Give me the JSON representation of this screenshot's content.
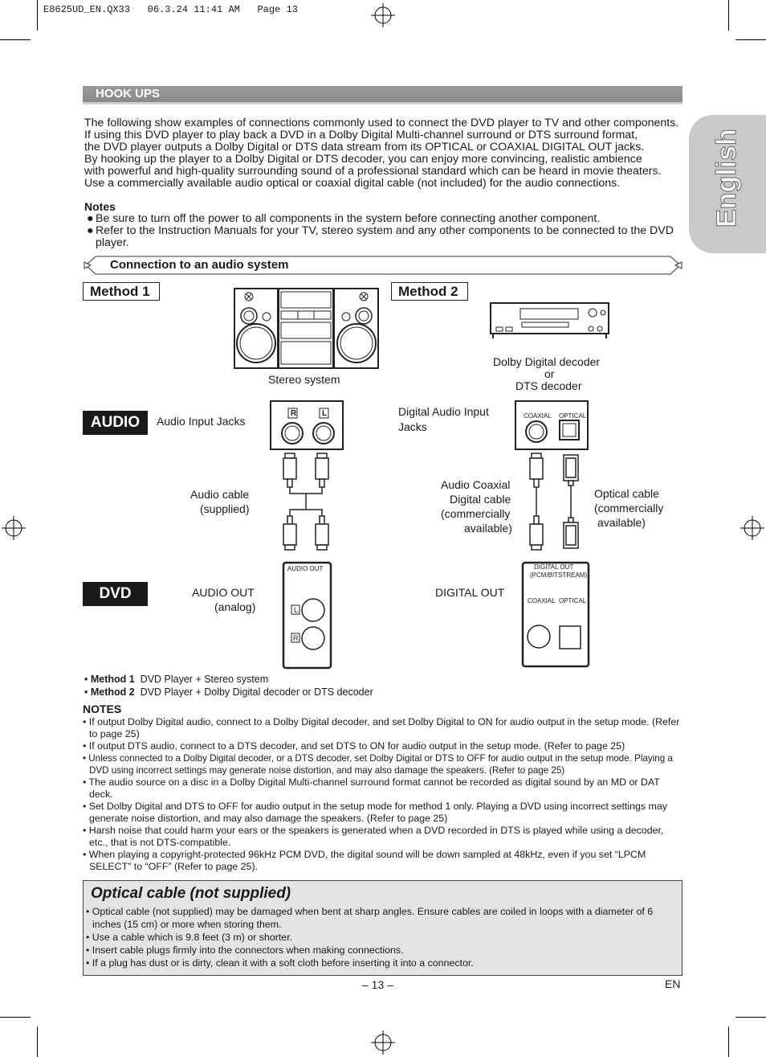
{
  "header": {
    "file_info": "E8625UD_EN.QX33   06.3.24 11:41 AM   Page 13"
  },
  "side_tab": {
    "label": "English"
  },
  "section": {
    "title": "HOOK UPS"
  },
  "intro": [
    "The following show examples of connections commonly used to connect the DVD player to TV and other components.",
    "If using this DVD player to play back a DVD in a Dolby Digital Multi-channel surround or DTS surround format,",
    "the DVD player outputs a Dolby Digital or DTS data stream from its OPTICAL or COAXIAL DIGITAL OUT jacks.",
    "By hooking up the player to a Dolby Digital or DTS decoder, you can enjoy more convincing, realistic ambience",
    "with powerful and high-quality surrounding sound of a professional standard which can be heard in movie theaters.",
    "Use a commercially available audio optical or coaxial digital cable (not included) for the audio connections."
  ],
  "notes_top": {
    "title": "Notes",
    "bullet": "●",
    "items": [
      "Be sure to turn off the power to all components in the system before connecting another component.",
      "Refer to the Instruction Manuals for your TV, stereo system and any other components to be connected to the DVD player."
    ]
  },
  "subsection": {
    "title": "Connection to an audio system"
  },
  "diagram": {
    "method1": "Method 1",
    "method2": "Method 2",
    "audio_label": "AUDIO",
    "dvd_label": "DVD",
    "stereo_system": "Stereo system",
    "decoder_line1": "Dolby Digital decoder",
    "decoder_line2": "or",
    "decoder_line3": "DTS decoder",
    "audio_input_jacks": "Audio Input Jacks",
    "digital_input_line1": "Digital Audio Input",
    "digital_input_line2": "Jacks",
    "audio_cable_line1": "Audio cable",
    "audio_cable_line2": "(supplied)",
    "coax_line1": "Audio Coaxial",
    "coax_line2": "Digital cable",
    "coax_line3": "(commercially",
    "coax_line4": "available)",
    "optical_line1": "Optical cable",
    "optical_line2": "(commercially",
    "optical_line3": "available)",
    "audio_out_line1": "AUDIO OUT",
    "audio_out_line2": "(analog)",
    "digital_out": "DIGITAL OUT",
    "jack_r": "R",
    "jack_l": "L",
    "panel_audio_out": "AUDIO OUT",
    "panel_digital_out": "DIGITAL OUT",
    "panel_pcm": "(PCM/BITSTREAM)",
    "panel_coaxial": "COAXIAL",
    "panel_optical": "OPTICAL"
  },
  "methods": [
    {
      "name": "Method 1",
      "desc": "DVD Player + Stereo system"
    },
    {
      "name": "Method 2",
      "desc": "DVD Player + Dolby Digital decoder or DTS decoder"
    }
  ],
  "notes_bottom": {
    "title": "NOTES",
    "items": [
      "• If output Dolby Digital audio, connect to a Dolby Digital decoder, and set Dolby Digital to ON for audio output in the setup mode. (Refer to page 25)",
      "• If output DTS audio, connect to a DTS decoder, and set DTS to ON for audio output in the setup mode. (Refer to page 25)",
      "• Unless connected to a Dolby Digital decoder, or a DTS decoder, set Dolby Digital or DTS to OFF for audio output in the setup mode. Playing a DVD using incorrect settings may generate noise distortion, and may also damage the speakers. (Refer to page 25)",
      "• The audio source on a disc in a Dolby Digital Multi-channel surround format cannot be recorded as digital sound by an MD or DAT deck.",
      "• Set Dolby Digital and DTS to OFF for audio output in the setup mode for method 1 only. Playing a DVD using incorrect settings may generate noise distortion, and may also damage the speakers. (Refer to page 25)",
      "• Harsh noise that could harm your ears or the speakers is generated when a DVD recorded in DTS is played while using a decoder, etc., that is not DTS-compatible.",
      "• When playing a copyright-protected 96kHz PCM DVD, the digital sound will be down sampled at 48kHz, even if you set “LPCM SELECT” to “OFF” (Refer to page 25)."
    ]
  },
  "optical_box": {
    "title": "Optical cable (not supplied)",
    "items": [
      "• Optical cable (not supplied) may be damaged when bent at sharp angles. Ensure cables are coiled in loops with a diameter of 6 inches (15 cm) or more when storing them.",
      "• Use a cable which is 9.8 feet (3 m) or shorter.",
      "• Insert cable plugs firmly into the connectors when making connections.",
      "• If a plug has dust or is dirty, clean it with a soft cloth before inserting it into a connector."
    ]
  },
  "footer": {
    "page": "– 13 –",
    "lang": "EN"
  }
}
